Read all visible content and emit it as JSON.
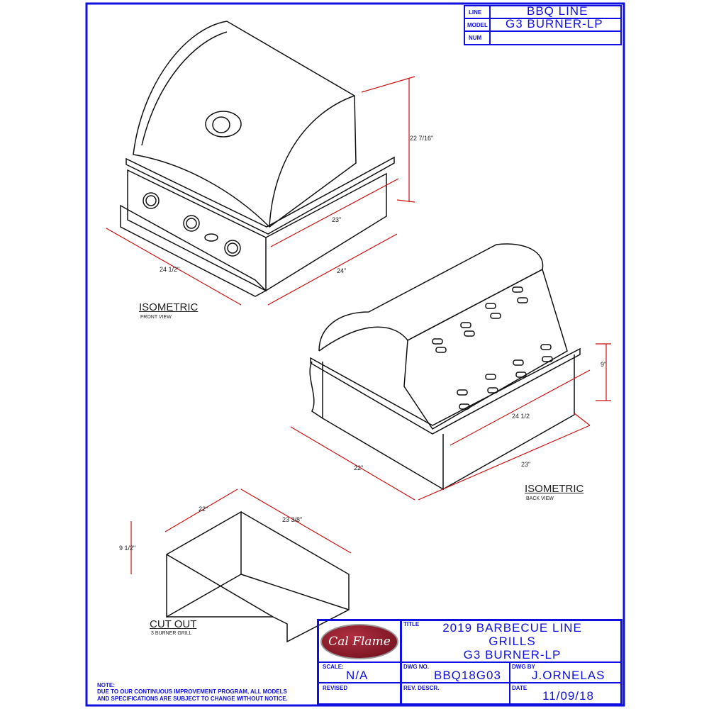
{
  "title_block_top": {
    "line_label": "LINE",
    "line_value": "BBQ LINE",
    "model_label": "MODEL",
    "model_value": "G3 BURNER-LP",
    "num_label": "NUM"
  },
  "front_view": {
    "dims": {
      "height": "22 7/16\"",
      "depth_top": "23\"",
      "width_left": "24 1/2\"",
      "width_right": "24\""
    },
    "title": "ISOMETRIC",
    "subtitle": "FRONT VIEW"
  },
  "back_view": {
    "dims": {
      "height": "9\"",
      "width_top": "24 1/2",
      "width_right": "23\"",
      "depth_left": "22\""
    },
    "title": "ISOMETRIC",
    "subtitle": "BACK VIEW"
  },
  "cut_out": {
    "dims": {
      "depth": "22\"",
      "width": "23 3/8\"",
      "height": "9 1/2\""
    },
    "title": "CUT OUT",
    "subtitle": "3 BURNER GRILL"
  },
  "title_block": {
    "logo_text": "Cal Flame",
    "title_label": "TITLE",
    "title_lines": [
      "2019 BARBECUE LINE",
      "GRILLS",
      "G3 BURNER-LP"
    ],
    "scale_label": "SCALE:",
    "scale_value": "N/A",
    "dwg_no_label": "DWG NO.",
    "dwg_no_value": "BBQ18G03",
    "dwg_by_label": "DWG BY",
    "dwg_by_value": "J.ORNELAS",
    "revised_label": "REVISED",
    "rev_descr_label": "REV. DESCR.",
    "date_label": "DATE",
    "date_value": "11/09/18"
  },
  "note": {
    "label": "NOTE:",
    "lines": [
      "DUE TO OUR CONTINUOUS IMPROVEMENT PROGRAM, ALL MODELS",
      "AND SPECIFICATIONS ARE SUBJECT TO CHANGE WITHOUT NOTICE."
    ]
  },
  "colors": {
    "frame": "#1010e0",
    "dimension": "#cc1111",
    "logo": "#7a1020"
  }
}
